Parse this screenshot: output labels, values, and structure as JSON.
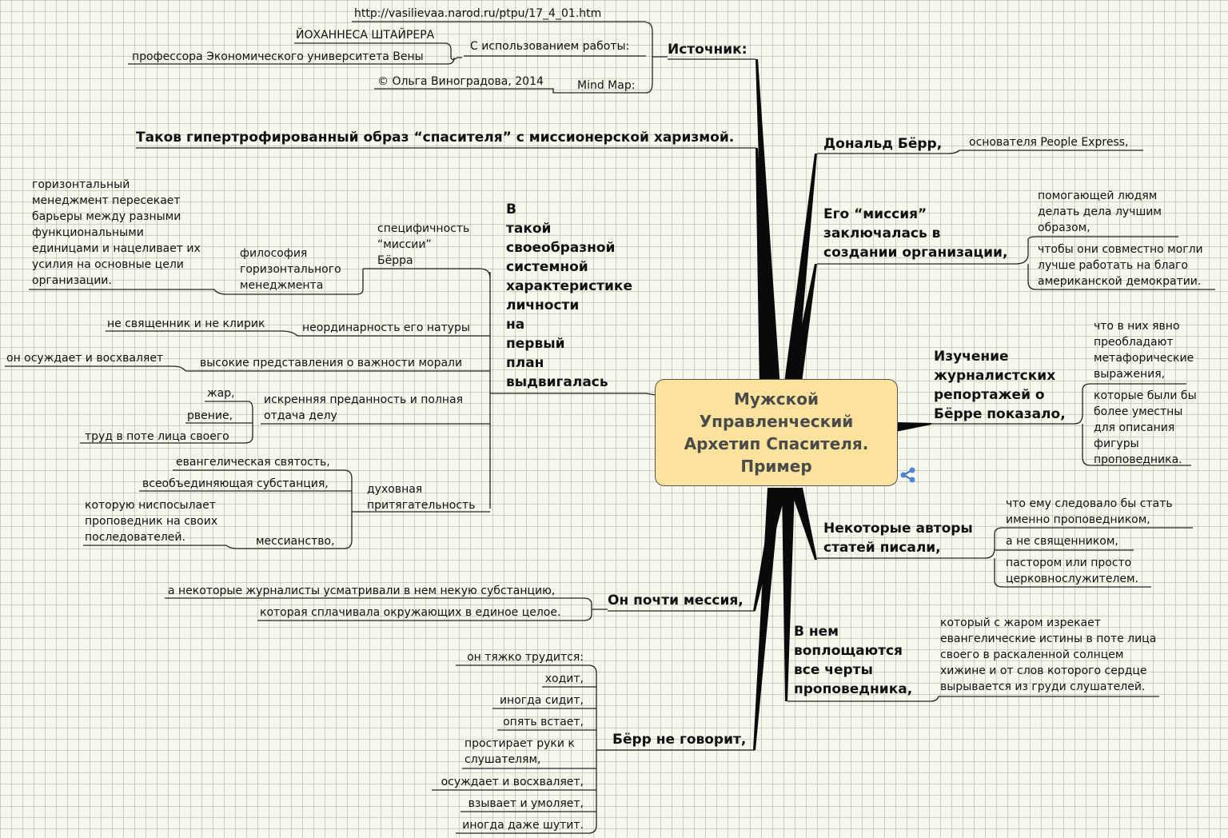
{
  "center": {
    "title": "Мужской\nУправленческий\nАрхетип Спасителя.\nПример"
  },
  "source": {
    "label": "Источник:",
    "url": "http://vasilievaa.narod.ru/ptpu/17_4_01.htm",
    "with_work": "С использованием работы:",
    "author": "ЙОХАННЕСА ШТАЙРЕРА",
    "author_desc": "профессора Экономического университета Вены",
    "mindmap_label": "Mind Map:",
    "copyright": "© Ольга Виноградова, 2014"
  },
  "hypertrophied": "Таков гипертрофированный образ “спасителя” с миссионерской харизмой.",
  "systemic": {
    "label": "В\nтакой\nсвоеобразной\nсистемной\nхарактеристике\nличности\nна\nпервый\nплан\nвыдвигалась",
    "specificity": "специфичность\n“миссии”\nБёрра",
    "philosophy": "философия\nгоризонтального\nменеджмента",
    "horizontal": "горизонтальный\nменеджмент пересекает\nбарьеры между разными\nфункциональными\nединицами и нацеливает их\nусилия на основные цели\nорганизации.",
    "unusual": "неординарность его натуры",
    "not_priest": "не священник и не клирик",
    "morality": "высокие представления о важности морали",
    "condemns": "он осуждает и восхваляет",
    "devotion": "искренняя преданность и полная\nотдача делу",
    "heat": "жар,",
    "zeal": "рвение,",
    "labor": "труд в поте лица своего",
    "spiritual": "духовная\nпритягательность",
    "holiness": "евангелическая святость,",
    "substance": "всеобъединяющая субстанция,",
    "sends": "которую ниспосылает\nпроповедник на своих\nпоследователей.",
    "messianism": "мессианство,"
  },
  "almost_messiah": {
    "label": "Он почти мессия,",
    "journalists": "а некоторые журналисты усматривали в нем некую субстанцию,",
    "unites": "которая сплачивала окружающих в единое целое."
  },
  "burr_does_not_speak": {
    "label": "Бёрр не говорит,",
    "items": [
      "он тяжко трудится:",
      "ходит,",
      "иногда сидит,",
      "опять встает,",
      "простирает руки к\nслушателям,",
      "осуждает и восхваляет,",
      "взывает и умоляет,",
      "иногда даже шутит."
    ]
  },
  "donald": {
    "label": "Дональд Бёрр,",
    "founder": "основателя People Express,"
  },
  "mission": {
    "label": "Его “миссия”\nзаключалась в\nсоздании организации,",
    "helping": "помогающей людям\nделать дела лучшим\nобразом,",
    "together": "чтобы они совместно могли\nлучше работать на благо\nамериканской демократии."
  },
  "study": {
    "label": "Изучение\nжурналистских\nрепортажей о\nБёрре показало,",
    "metaphoric": "что в них явно\nпреобладают\nметафорические\nвыражения,",
    "preacher_fit": "которые были бы\nболее уместны\nдля описания\nфигуры\nпроповедника."
  },
  "authors": {
    "label": "Некоторые авторы\nстатей писали,",
    "should_be": "что ему следовало бы стать\nименно проповедником,",
    "not_priest": "а не священником,",
    "pastor": "пастором или просто\nцерковнослужителем."
  },
  "embodies": {
    "label": "В нем\nвоплощаются\nвсе черты\nпроповедника,",
    "desc": "который с жаром изрекает\nевангелические истины в поте лица\nсвоего в раскаленной солнцем\nхижине и от слов которого сердце\nвырывается из груди слушателей."
  },
  "icons": {
    "link": "share-link-icon"
  }
}
